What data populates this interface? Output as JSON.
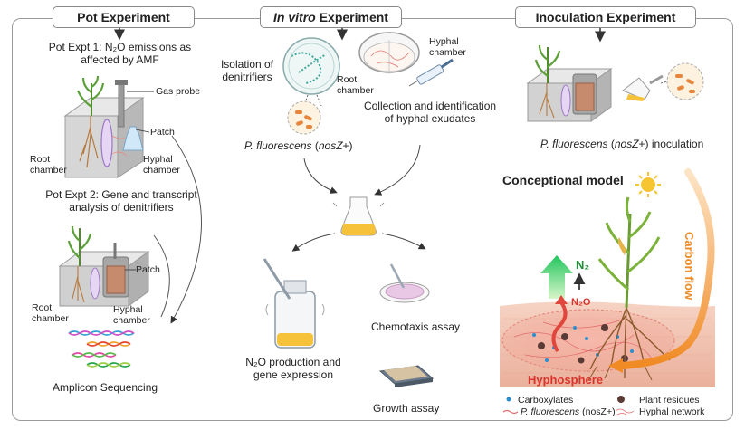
{
  "headers": {
    "pot": "Pot Experiment",
    "invitro_italic": "In vitro",
    "invitro_rest": "Experiment",
    "inoculation": "Inoculation Experiment"
  },
  "pot": {
    "expt1_line1": "Pot Expt 1:  N₂O emissions as",
    "expt1_line2": "affected by AMF",
    "gas_probe": "Gas probe",
    "patch": "Patch",
    "root_chamber_1": "Root",
    "root_chamber_2": "chamber",
    "hyphal_chamber_1": "Hyphal",
    "hyphal_chamber_2": "chamber",
    "expt2_line1": "Pot Expt 2:  Gene and transcript",
    "expt2_line2": "analysis of denitrifiers",
    "patch2": "Patch",
    "root2_1": "Root",
    "root2_2": "chamber",
    "hyphal2_1": "Hyphal",
    "hyphal2_2": "chamber",
    "amplicon": "Amplicon Sequencing"
  },
  "invitro": {
    "isolation_1": "Isolation of",
    "isolation_2": "denitrifiers",
    "hyphal_chamber_1": "Hyphal",
    "hyphal_chamber_2": "chamber",
    "root_chamber_1": "Root",
    "root_chamber_2": "chamber",
    "collection_1": "Collection and identification",
    "collection_2": "of hyphal exudates",
    "pf_italic": "P. fluorescens",
    "pf_open": " (",
    "pf_nos": "nosZ",
    "pf_close": "+)",
    "n2o_line1": "N₂O production and",
    "n2o_line2": "gene expression",
    "chemotaxis": "Chemotaxis assay",
    "growth": "Growth  assay"
  },
  "inoculation": {
    "pf_italic": "P. fluorescens",
    "pf_open": " (",
    "pf_nos": "nosZ",
    "pf_close": "+) inoculation",
    "model_title": "Conceptional model",
    "n2": "N₂",
    "n2o": "N₂O",
    "carbon_flow": "Carbon flow",
    "hyphosphere": "Hyphosphere",
    "legend_carboxylates": "Carboxylates",
    "legend_plant_residues": "Plant residues",
    "legend_pf_italic": "P. fluorescens",
    "legend_pf_rest": " (nosZ+)",
    "legend_hyphal": "Hyphal network"
  },
  "colors": {
    "green_arrow": "#22c55e",
    "red_arrow": "#e0463c",
    "carbon_flow": "#f08a24",
    "hyphosphere": "#d9342b",
    "soil": "#f3c7b6",
    "carboxylate_dot": "#2a8fcf"
  }
}
